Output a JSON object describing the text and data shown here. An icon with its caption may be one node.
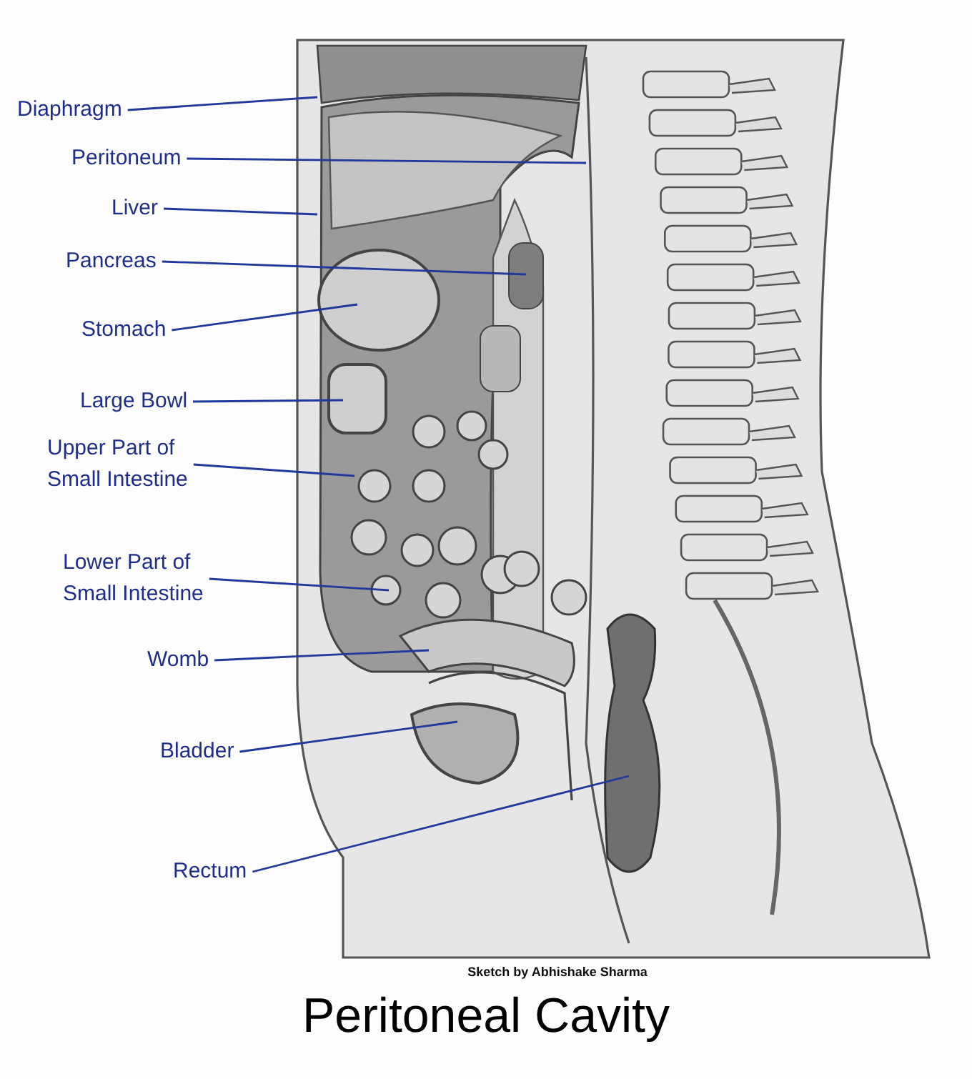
{
  "diagram": {
    "title": "Peritoneal Cavity",
    "nodes": [
      {
        "text": [
          "Diaphragm"
        ]
      },
      {
        "text": [
          "Peritoneum"
        ]
      },
      {
        "text": [
          "Liver"
        ]
      },
      {
        "text": [
          "Pancreas"
        ]
      },
      {
        "text": [
          "Stomach"
        ]
      },
      {
        "text": [
          "Large Bowl"
        ]
      },
      {
        "text": [
          "Upper Part of Small Intestine"
        ]
      },
      {
        "text": [
          "Lower Part of Small Intestine"
        ]
      },
      {
        "text": [
          "Womb"
        ]
      },
      {
        "text": [
          "Bladder"
        ]
      },
      {
        "text": [
          "Rectum"
        ]
      }
    ],
    "edges": [
      {
        "from": 0,
        "to": null,
        "arrow": "none"
      },
      {
        "from": 1,
        "to": null,
        "arrow": "none"
      },
      {
        "from": 2,
        "to": null,
        "arrow": "none"
      },
      {
        "from": 3,
        "to": null,
        "arrow": "none"
      },
      {
        "from": 4,
        "to": null,
        "arrow": "none"
      },
      {
        "from": 5,
        "to": null,
        "arrow": "none"
      },
      {
        "from": 6,
        "to": null,
        "arrow": "none"
      },
      {
        "from": 7,
        "to": null,
        "arrow": "none"
      },
      {
        "from": 8,
        "to": null,
        "arrow": "none"
      },
      {
        "from": 9,
        "to": null,
        "arrow": "none"
      },
      {
        "from": 10,
        "to": null,
        "arrow": "none"
      }
    ],
    "labels": [
      "Sketch by Abhishake Sharma"
    ]
  }
}
